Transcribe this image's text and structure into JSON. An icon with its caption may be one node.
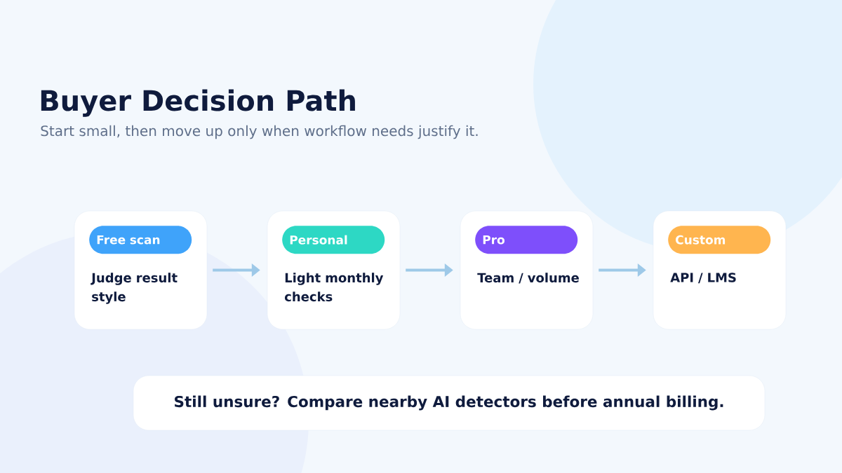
{
  "diagram": {
    "title": "Buyer Decision Path",
    "nodes": [
      {
        "text": [
          "Judge result style"
        ]
      },
      {
        "text": [
          "Free scan"
        ],
        "in": 0
      },
      {
        "text": [
          "Light monthly checks"
        ]
      },
      {
        "text": [
          "Personal"
        ],
        "in": 2
      },
      {
        "text": [
          "Team / volume"
        ]
      },
      {
        "text": [
          "Pro"
        ],
        "in": 4
      },
      {
        "text": [
          "API / LMS"
        ]
      },
      {
        "text": [
          "Custom"
        ],
        "in": 6
      },
      {
        "text": [
          "Still unsure? Compare nearby AI detectors before annual billing."
        ]
      }
    ],
    "edges": [
      {
        "from": 0,
        "to": 2,
        "arrow": "to"
      },
      {
        "from": 2,
        "to": 4,
        "arrow": "to"
      },
      {
        "from": 4,
        "to": 6,
        "arrow": "to"
      }
    ],
    "labels": [
      "Start small, then move up only when workflow needs justify it."
    ]
  }
}
